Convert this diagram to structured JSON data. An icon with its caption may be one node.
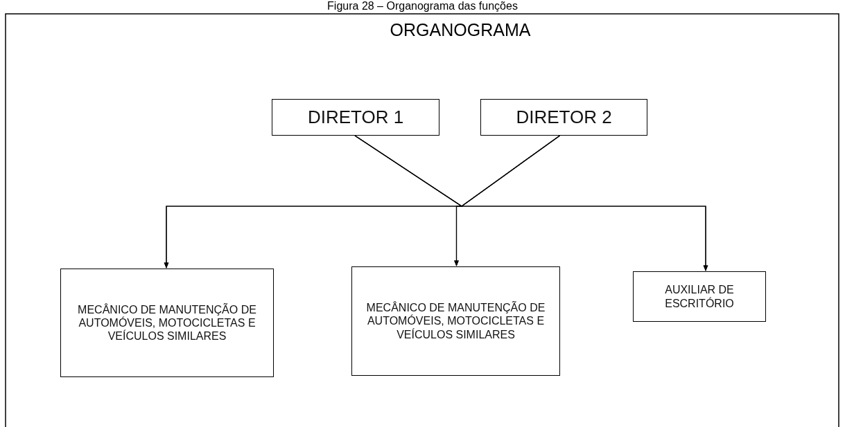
{
  "diagram": {
    "caption": "Figura 28 – Organograma das funções",
    "title": "ORGANOGRAMA",
    "nodes": [
      {
        "text": [
          "DIRETOR 1"
        ]
      },
      {
        "text": [
          "DIRETOR 2"
        ]
      },
      {
        "text": [
          "MECÂNICO DE MANUTENÇÃO DE AUTOMÓVEIS, MOTOCICLETAS E VEÍCULOS SIMILARES"
        ]
      },
      {
        "text": [
          "MECÂNICO DE MANUTENÇÃO DE AUTOMÓVEIS, MOTOCICLETAS E VEÍCULOS SIMILARES"
        ]
      },
      {
        "text": [
          "AUXILIAR DE ESCRITÓRIO"
        ]
      }
    ],
    "edges": [
      {
        "from": 0,
        "to": 2,
        "arrow": "to"
      },
      {
        "from": 0,
        "to": 3,
        "arrow": "to"
      },
      {
        "from": 0,
        "to": 4,
        "arrow": "to"
      },
      {
        "from": 1,
        "to": 2,
        "arrow": "to"
      },
      {
        "from": 1,
        "to": 3,
        "arrow": "to"
      },
      {
        "from": 1,
        "to": 4,
        "arrow": "to"
      }
    ]
  }
}
